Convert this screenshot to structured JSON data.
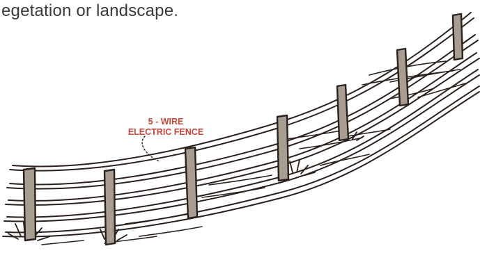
{
  "text": {
    "caption_fragment": "egetation or landscape."
  },
  "callout": {
    "line1": "5 - WIRE",
    "line2": "ELECTRIC FENCE"
  },
  "colors": {
    "post_fill": "#a79d91",
    "outline": "#2b211c",
    "callout_text": "#c8463a",
    "body_text": "#3a3a3a"
  },
  "fence": {
    "wire_count": 5,
    "post_count": 7
  }
}
